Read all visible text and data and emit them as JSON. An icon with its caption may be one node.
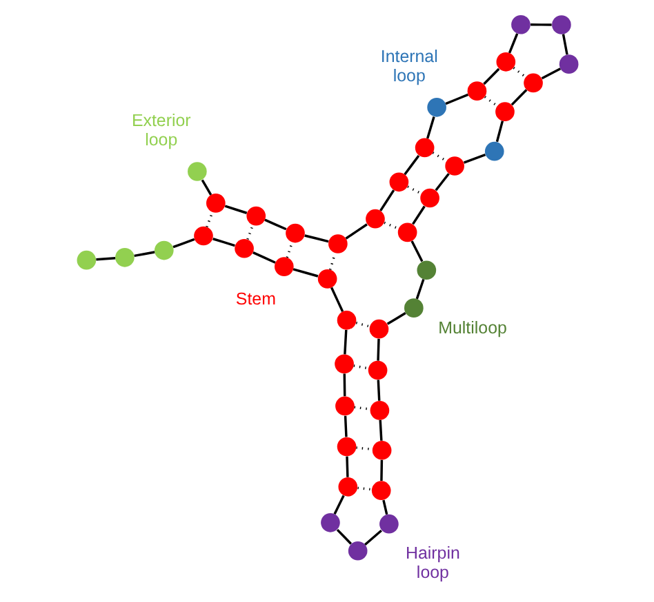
{
  "diagram": {
    "nodes": [
      {
        "text": [],
        "shape": "circle"
      },
      {
        "text": [],
        "shape": "circle"
      },
      {
        "text": [],
        "shape": "circle"
      },
      {
        "text": [],
        "shape": "circle"
      },
      {
        "text": [],
        "shape": "circle"
      },
      {
        "text": [],
        "shape": "circle"
      },
      {
        "text": [],
        "shape": "circle"
      },
      {
        "text": [],
        "shape": "circle"
      },
      {
        "text": [],
        "shape": "circle"
      },
      {
        "text": [],
        "shape": "circle"
      },
      {
        "text": [],
        "shape": "circle"
      },
      {
        "text": [],
        "shape": "circle"
      },
      {
        "text": [],
        "shape": "circle"
      },
      {
        "text": [],
        "shape": "circle"
      },
      {
        "text": [],
        "shape": "circle"
      },
      {
        "text": [],
        "shape": "circle"
      },
      {
        "text": [],
        "shape": "circle"
      },
      {
        "text": [],
        "shape": "circle"
      },
      {
        "text": [],
        "shape": "circle"
      },
      {
        "text": [],
        "shape": "circle"
      },
      {
        "text": [],
        "shape": "circle"
      },
      {
        "text": [],
        "shape": "circle"
      },
      {
        "text": [],
        "shape": "circle"
      },
      {
        "text": [],
        "shape": "circle"
      },
      {
        "text": [],
        "shape": "circle"
      },
      {
        "text": [],
        "shape": "circle"
      },
      {
        "text": [],
        "shape": "circle"
      },
      {
        "text": [],
        "shape": "circle"
      },
      {
        "text": [],
        "shape": "circle"
      },
      {
        "text": [],
        "shape": "circle"
      },
      {
        "text": [],
        "shape": "circle"
      },
      {
        "text": [],
        "shape": "circle"
      },
      {
        "text": [],
        "shape": "circle"
      },
      {
        "text": [],
        "shape": "circle"
      },
      {
        "text": [],
        "shape": "circle"
      },
      {
        "text": [],
        "shape": "circle"
      },
      {
        "text": [],
        "shape": "circle"
      },
      {
        "text": [],
        "shape": "circle"
      },
      {
        "text": [],
        "shape": "circle"
      },
      {
        "text": [],
        "shape": "circle"
      },
      {
        "text": [],
        "shape": "circle"
      },
      {
        "text": [],
        "shape": "circle"
      }
    ],
    "edges": [
      {
        "from": 0,
        "to": 1,
        "arrow": "none"
      },
      {
        "from": 1,
        "to": 2,
        "arrow": "none"
      },
      {
        "from": 2,
        "to": 3,
        "arrow": "none"
      },
      {
        "from": 3,
        "to": 4,
        "arrow": "none"
      },
      {
        "from": 4,
        "to": 5,
        "arrow": "none"
      },
      {
        "from": 5,
        "to": 6,
        "arrow": "none"
      },
      {
        "from": 6,
        "to": 7,
        "arrow": "none"
      },
      {
        "from": 7,
        "to": 8,
        "arrow": "none"
      },
      {
        "from": 8,
        "to": 9,
        "arrow": "none"
      },
      {
        "from": 9,
        "to": 10,
        "arrow": "none"
      },
      {
        "from": 10,
        "to": 11,
        "arrow": "none"
      },
      {
        "from": 11,
        "to": 12,
        "arrow": "none"
      },
      {
        "from": 12,
        "to": 13,
        "arrow": "none"
      },
      {
        "from": 13,
        "to": 14,
        "arrow": "none"
      },
      {
        "from": 14,
        "to": 15,
        "arrow": "none"
      },
      {
        "from": 15,
        "to": 16,
        "arrow": "none"
      },
      {
        "from": 16,
        "to": 17,
        "arrow": "none"
      },
      {
        "from": 17,
        "to": 18,
        "arrow": "none"
      },
      {
        "from": 18,
        "to": 19,
        "arrow": "none"
      },
      {
        "from": 19,
        "to": 20,
        "arrow": "none"
      },
      {
        "from": 20,
        "to": 21,
        "arrow": "none"
      },
      {
        "from": 21,
        "to": 22,
        "arrow": "none"
      },
      {
        "from": 22,
        "to": 23,
        "arrow": "none"
      },
      {
        "from": 23,
        "to": 24,
        "arrow": "none"
      },
      {
        "from": 24,
        "to": 25,
        "arrow": "none"
      },
      {
        "from": 25,
        "to": 26,
        "arrow": "none"
      },
      {
        "from": 26,
        "to": 27,
        "arrow": "none"
      },
      {
        "from": 27,
        "to": 28,
        "arrow": "none"
      },
      {
        "from": 28,
        "to": 29,
        "arrow": "none"
      },
      {
        "from": 29,
        "to": 30,
        "arrow": "none"
      },
      {
        "from": 30,
        "to": 31,
        "arrow": "none"
      },
      {
        "from": 31,
        "to": 32,
        "arrow": "none"
      },
      {
        "from": 32,
        "to": 33,
        "arrow": "none"
      },
      {
        "from": 33,
        "to": 34,
        "arrow": "none"
      },
      {
        "from": 34,
        "to": 35,
        "arrow": "none"
      },
      {
        "from": 35,
        "to": 36,
        "arrow": "none"
      },
      {
        "from": 36,
        "to": 37,
        "arrow": "none"
      },
      {
        "from": 37,
        "to": 38,
        "arrow": "none"
      },
      {
        "from": 38,
        "to": 39,
        "arrow": "none"
      },
      {
        "from": 39,
        "to": 40,
        "arrow": "none"
      },
      {
        "from": 40,
        "to": 41,
        "arrow": "none"
      },
      {
        "from": 3,
        "to": 40,
        "arrow": "none",
        "style": "dashed"
      },
      {
        "from": 4,
        "to": 39,
        "arrow": "none",
        "style": "dashed"
      },
      {
        "from": 5,
        "to": 38,
        "arrow": "none",
        "style": "dashed"
      },
      {
        "from": 6,
        "to": 37,
        "arrow": "none",
        "style": "dashed"
      },
      {
        "from": 7,
        "to": 19,
        "arrow": "none",
        "style": "dashed"
      },
      {
        "from": 8,
        "to": 18,
        "arrow": "none",
        "style": "dashed"
      },
      {
        "from": 9,
        "to": 17,
        "arrow": "none",
        "style": "dashed"
      },
      {
        "from": 10,
        "to": 16,
        "arrow": "none",
        "style": "dashed"
      },
      {
        "from": 11,
        "to": 15,
        "arrow": "none",
        "style": "dashed"
      },
      {
        "from": 36,
        "to": 22,
        "arrow": "none",
        "style": "dashed"
      },
      {
        "from": 35,
        "to": 23,
        "arrow": "none",
        "style": "dashed"
      },
      {
        "from": 34,
        "to": 24,
        "arrow": "none",
        "style": "dashed"
      },
      {
        "from": 32,
        "to": 26,
        "arrow": "none",
        "style": "dashed"
      },
      {
        "from": 31,
        "to": 27,
        "arrow": "none",
        "style": "dashed"
      }
    ],
    "labels": [
      "Exterior loop",
      "Stem",
      "Multiloop",
      "Internal loop",
      "Hairpin loop"
    ]
  }
}
